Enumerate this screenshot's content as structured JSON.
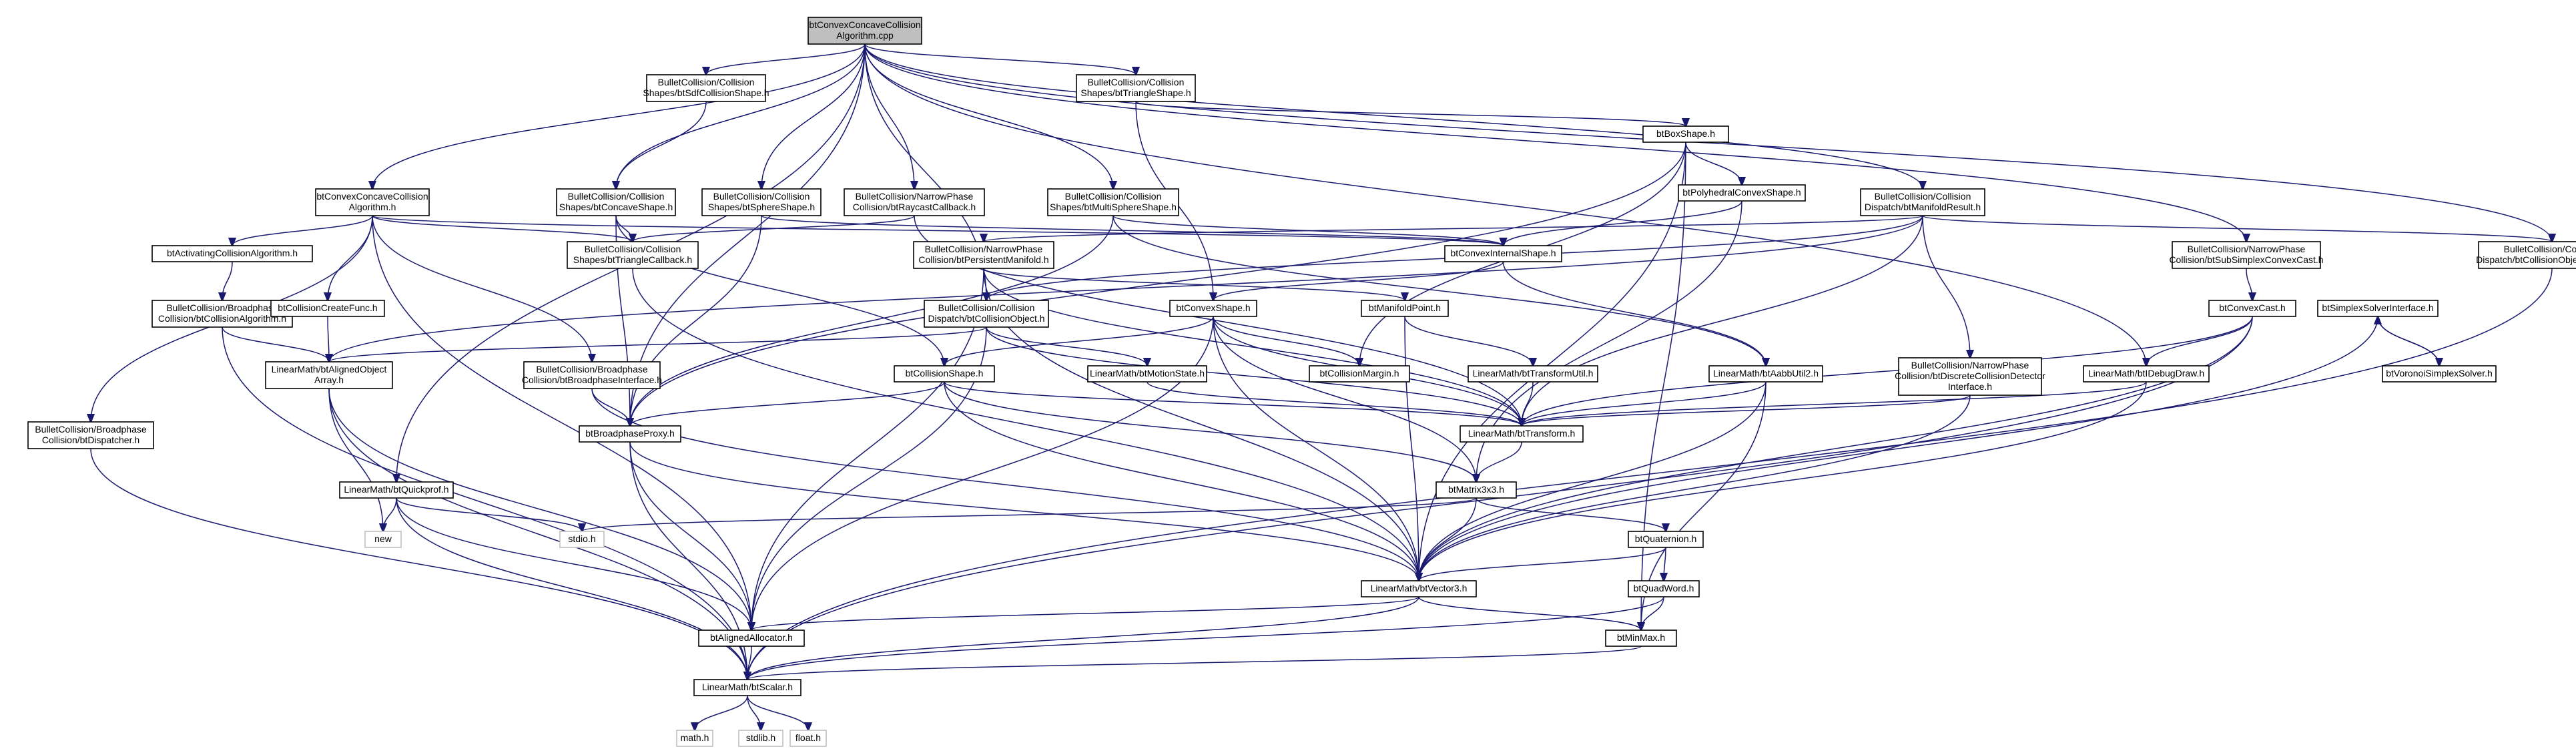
{
  "diagram": {
    "type": "include-dependency-graph",
    "colors": {
      "edge": "#191970",
      "root_fill": "#bfbfbf",
      "node_fill": "#ffffff",
      "node_border": "#000000",
      "external_border": "#bfbfbf"
    },
    "nodes": [
      {
        "id": "root",
        "lines": [
          "btConvexConcaveCollision",
          "Algorithm.cpp"
        ],
        "kind": "root"
      },
      {
        "id": "softcs",
        "lines": [
          "BulletCollision/Collision",
          "Shapes/btSdfCollisionShape.h"
        ]
      },
      {
        "id": "triangleshape",
        "lines": [
          "BulletCollision/Collision",
          "Shapes/btTriangleShape.h"
        ]
      },
      {
        "id": "boxshape",
        "lines": [
          "btBoxShape.h"
        ]
      },
      {
        "id": "algoh",
        "lines": [
          "btConvexConcaveCollision",
          "Algorithm.h"
        ]
      },
      {
        "id": "concaveshape",
        "lines": [
          "BulletCollision/Collision",
          "Shapes/btConcaveShape.h"
        ]
      },
      {
        "id": "sphereshape",
        "lines": [
          "BulletCollision/Collision",
          "Shapes/btSphereShape.h"
        ]
      },
      {
        "id": "raycastcb",
        "lines": [
          "BulletCollision/NarrowPhase",
          "Collision/btRaycastCallback.h"
        ]
      },
      {
        "id": "multisphere",
        "lines": [
          "BulletCollision/Collision",
          "Shapes/btMultiSphereShape.h"
        ]
      },
      {
        "id": "polyconvex",
        "lines": [
          "btPolyhedralConvexShape.h"
        ]
      },
      {
        "id": "manifoldresult",
        "lines": [
          "BulletCollision/Collision",
          "Dispatch/btManifoldResult.h"
        ]
      },
      {
        "id": "activating",
        "lines": [
          "btActivatingCollisionAlgorithm.h"
        ]
      },
      {
        "id": "trianglecb",
        "lines": [
          "BulletCollision/Collision",
          "Shapes/btTriangleCallback.h"
        ]
      },
      {
        "id": "persistentmanifold",
        "lines": [
          "BulletCollision/NarrowPhase",
          "Collision/btPersistentManifold.h"
        ]
      },
      {
        "id": "convexinternal",
        "lines": [
          "btConvexInternalShape.h"
        ]
      },
      {
        "id": "subsimplex",
        "lines": [
          "BulletCollision/NarrowPhase",
          "Collision/btSubSimplexConvexCast.h"
        ]
      },
      {
        "id": "colobjwrapper",
        "lines": [
          "BulletCollision/Collision",
          "Dispatch/btCollisionObjectWrapper.h"
        ]
      },
      {
        "id": "bpcollalgo",
        "lines": [
          "BulletCollision/Broadphase",
          "Collision/btCollisionAlgorithm.h"
        ]
      },
      {
        "id": "createfunc",
        "lines": [
          "btCollisionCreateFunc.h"
        ]
      },
      {
        "id": "colobject",
        "lines": [
          "BulletCollision/Collision",
          "Dispatch/btCollisionObject.h"
        ]
      },
      {
        "id": "convexshape",
        "lines": [
          "btConvexShape.h"
        ]
      },
      {
        "id": "manifoldpoint",
        "lines": [
          "btManifoldPoint.h"
        ]
      },
      {
        "id": "convexcast",
        "lines": [
          "btConvexCast.h"
        ]
      },
      {
        "id": "simplexsolveriface",
        "lines": [
          "btSimplexSolverInterface.h"
        ]
      },
      {
        "id": "alignedobjarray",
        "lines": [
          "LinearMath/btAlignedObject",
          "Array.h"
        ]
      },
      {
        "id": "bpinterface",
        "lines": [
          "BulletCollision/Broadphase",
          "Collision/btBroadphaseInterface.h"
        ]
      },
      {
        "id": "collisionshape",
        "lines": [
          "btCollisionShape.h"
        ]
      },
      {
        "id": "motionstate",
        "lines": [
          "LinearMath/btMotionState.h"
        ]
      },
      {
        "id": "collisionmargin",
        "lines": [
          "btCollisionMargin.h"
        ]
      },
      {
        "id": "transformutil",
        "lines": [
          "LinearMath/btTransformUtil.h"
        ]
      },
      {
        "id": "aabbutil",
        "lines": [
          "LinearMath/btAabbUtil2.h"
        ]
      },
      {
        "id": "discretedetector",
        "lines": [
          "BulletCollision/NarrowPhase",
          "Collision/btDiscreteCollisionDetector",
          "Interface.h"
        ]
      },
      {
        "id": "debugdraw",
        "lines": [
          "LinearMath/btIDebugDraw.h"
        ]
      },
      {
        "id": "voronoi",
        "lines": [
          "btVoronoiSimplexSolver.h"
        ]
      },
      {
        "id": "dispatcher",
        "lines": [
          "BulletCollision/Broadphase",
          "Collision/btDispatcher.h"
        ]
      },
      {
        "id": "bpproxy",
        "lines": [
          "btBroadphaseProxy.h"
        ]
      },
      {
        "id": "transform",
        "lines": [
          "LinearMath/btTransform.h"
        ]
      },
      {
        "id": "quickprof",
        "lines": [
          "LinearMath/btQuickprof.h"
        ]
      },
      {
        "id": "matrix3x3",
        "lines": [
          "btMatrix3x3.h"
        ]
      },
      {
        "id": "new",
        "lines": [
          "new"
        ],
        "kind": "external"
      },
      {
        "id": "stdio",
        "lines": [
          "stdio.h"
        ],
        "kind": "external"
      },
      {
        "id": "quaternion",
        "lines": [
          "btQuaternion.h"
        ]
      },
      {
        "id": "vector3",
        "lines": [
          "LinearMath/btVector3.h"
        ]
      },
      {
        "id": "quadword",
        "lines": [
          "btQuadWord.h"
        ]
      },
      {
        "id": "alignedallocator",
        "lines": [
          "btAlignedAllocator.h"
        ]
      },
      {
        "id": "minmax",
        "lines": [
          "btMinMax.h"
        ]
      },
      {
        "id": "scalar",
        "lines": [
          "LinearMath/btScalar.h"
        ]
      },
      {
        "id": "math",
        "lines": [
          "math.h"
        ],
        "kind": "external"
      },
      {
        "id": "stdlib",
        "lines": [
          "stdlib.h"
        ],
        "kind": "external"
      },
      {
        "id": "float",
        "lines": [
          "float.h"
        ],
        "kind": "external"
      }
    ],
    "edges": [
      [
        "root",
        "softcs"
      ],
      [
        "root",
        "triangleshape"
      ],
      [
        "root",
        "algoh"
      ],
      [
        "root",
        "concaveshape"
      ],
      [
        "root",
        "sphereshape"
      ],
      [
        "root",
        "raycastcb"
      ],
      [
        "root",
        "multisphere"
      ],
      [
        "root",
        "manifoldresult"
      ],
      [
        "root",
        "colobject"
      ],
      [
        "root",
        "bpproxy"
      ],
      [
        "root",
        "quickprof"
      ],
      [
        "root",
        "debugdraw"
      ],
      [
        "root",
        "subsimplex"
      ],
      [
        "root",
        "colobjwrapper"
      ],
      [
        "softcs",
        "concaveshape"
      ],
      [
        "triangleshape",
        "boxshape"
      ],
      [
        "triangleshape",
        "convexshape"
      ],
      [
        "boxshape",
        "polyconvex"
      ],
      [
        "boxshape",
        "bpproxy"
      ],
      [
        "boxshape",
        "collisionmargin"
      ],
      [
        "boxshape",
        "vector3"
      ],
      [
        "boxshape",
        "minmax"
      ],
      [
        "algoh",
        "activating"
      ],
      [
        "algoh",
        "createfunc"
      ],
      [
        "algoh",
        "bpinterface"
      ],
      [
        "algoh",
        "dispatcher"
      ],
      [
        "algoh",
        "trianglecb"
      ],
      [
        "algoh",
        "alignedallocator"
      ],
      [
        "algoh",
        "convexinternal"
      ],
      [
        "concaveshape",
        "trianglecb"
      ],
      [
        "concaveshape",
        "bpproxy"
      ],
      [
        "concaveshape",
        "collisionshape"
      ],
      [
        "sphereshape",
        "bpproxy"
      ],
      [
        "sphereshape",
        "convexinternal"
      ],
      [
        "raycastcb",
        "trianglecb"
      ],
      [
        "raycastcb",
        "transform"
      ],
      [
        "multisphere",
        "convexinternal"
      ],
      [
        "multisphere",
        "bpproxy"
      ],
      [
        "multisphere",
        "aabbutil"
      ],
      [
        "polyconvex",
        "convexinternal"
      ],
      [
        "polyconvex",
        "matrix3x3"
      ],
      [
        "manifoldresult",
        "persistentmanifold"
      ],
      [
        "manifoldresult",
        "colobject"
      ],
      [
        "manifoldresult",
        "discretedetector"
      ],
      [
        "manifoldresult",
        "colobjwrapper"
      ],
      [
        "manifoldresult",
        "transform"
      ],
      [
        "manifoldresult",
        "alignedobjarray"
      ],
      [
        "activating",
        "bpcollalgo"
      ],
      [
        "bpcollalgo",
        "alignedobjarray"
      ],
      [
        "bpcollalgo",
        "scalar"
      ],
      [
        "createfunc",
        "alignedobjarray"
      ],
      [
        "trianglecb",
        "vector3"
      ],
      [
        "persistentmanifold",
        "manifoldpoint"
      ],
      [
        "persistentmanifold",
        "vector3"
      ],
      [
        "persistentmanifold",
        "transform"
      ],
      [
        "persistentmanifold",
        "alignedallocator"
      ],
      [
        "convexinternal",
        "convexshape"
      ],
      [
        "convexinternal",
        "aabbutil"
      ],
      [
        "subsimplex",
        "convexcast"
      ],
      [
        "colobjwrapper",
        "scalar"
      ],
      [
        "colobject",
        "transform"
      ],
      [
        "colobject",
        "motionstate"
      ],
      [
        "colobject",
        "alignedobjarray"
      ],
      [
        "colobject",
        "alignedallocator"
      ],
      [
        "convexshape",
        "collisionshape"
      ],
      [
        "convexshape",
        "vector3"
      ],
      [
        "convexshape",
        "transform"
      ],
      [
        "convexshape",
        "matrix3x3"
      ],
      [
        "convexshape",
        "collisionmargin"
      ],
      [
        "convexshape",
        "alignedallocator"
      ],
      [
        "manifoldpoint",
        "transformutil"
      ],
      [
        "manifoldpoint",
        "vector3"
      ],
      [
        "convexcast",
        "transform"
      ],
      [
        "convexcast",
        "vector3"
      ],
      [
        "convexcast",
        "scalar"
      ],
      [
        "convexcast",
        "debugdraw"
      ],
      [
        "simplexsolveriface",
        "voronoi"
      ],
      [
        "simplexsolveriface",
        "vector3"
      ],
      [
        "voronoi",
        "simplexsolveriface"
      ],
      [
        "alignedobjarray",
        "scalar"
      ],
      [
        "alignedobjarray",
        "alignedallocator"
      ],
      [
        "alignedobjarray",
        "new"
      ],
      [
        "bpinterface",
        "bpproxy"
      ],
      [
        "bpinterface",
        "vector3"
      ],
      [
        "collisionshape",
        "transform"
      ],
      [
        "collisionshape",
        "vector3"
      ],
      [
        "collisionshape",
        "matrix3x3"
      ],
      [
        "collisionshape",
        "bpproxy"
      ],
      [
        "motionstate",
        "transform"
      ],
      [
        "transformutil",
        "transform"
      ],
      [
        "aabbutil",
        "vector3"
      ],
      [
        "aabbutil",
        "transform"
      ],
      [
        "aabbutil",
        "minmax"
      ],
      [
        "discretedetector",
        "transform"
      ],
      [
        "discretedetector",
        "vector3"
      ],
      [
        "debugdraw",
        "transform"
      ],
      [
        "debugdraw",
        "vector3"
      ],
      [
        "dispatcher",
        "scalar"
      ],
      [
        "bpproxy",
        "vector3"
      ],
      [
        "bpproxy",
        "alignedallocator"
      ],
      [
        "bpproxy",
        "scalar"
      ],
      [
        "transform",
        "matrix3x3"
      ],
      [
        "quickprof",
        "scalar"
      ],
      [
        "quickprof",
        "alignedallocator"
      ],
      [
        "quickprof",
        "new"
      ],
      [
        "quickprof",
        "stdio"
      ],
      [
        "matrix3x3",
        "vector3"
      ],
      [
        "matrix3x3",
        "quaternion"
      ],
      [
        "matrix3x3",
        "stdio"
      ],
      [
        "quaternion",
        "vector3"
      ],
      [
        "quaternion",
        "quadword"
      ],
      [
        "vector3",
        "scalar"
      ],
      [
        "vector3",
        "minmax"
      ],
      [
        "vector3",
        "alignedallocator"
      ],
      [
        "quadword",
        "scalar"
      ],
      [
        "quadword",
        "minmax"
      ],
      [
        "alignedallocator",
        "scalar"
      ],
      [
        "minmax",
        "scalar"
      ],
      [
        "scalar",
        "math"
      ],
      [
        "scalar",
        "stdlib"
      ],
      [
        "scalar",
        "float"
      ]
    ]
  }
}
